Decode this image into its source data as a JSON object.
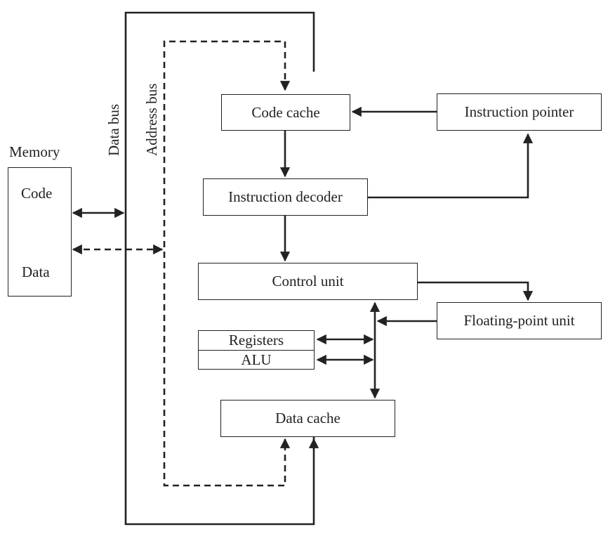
{
  "memory": {
    "title": "Memory",
    "code_label": "Code",
    "data_label": "Data"
  },
  "bus_labels": {
    "data_bus": "Data bus",
    "address_bus": "Address bus"
  },
  "blocks": {
    "code_cache": "Code cache",
    "instruction_pointer": "Instruction pointer",
    "instruction_decoder": "Instruction decoder",
    "control_unit": "Control unit",
    "floating_point_unit": "Floating-point unit",
    "registers": "Registers",
    "alu": "ALU",
    "data_cache": "Data cache"
  }
}
